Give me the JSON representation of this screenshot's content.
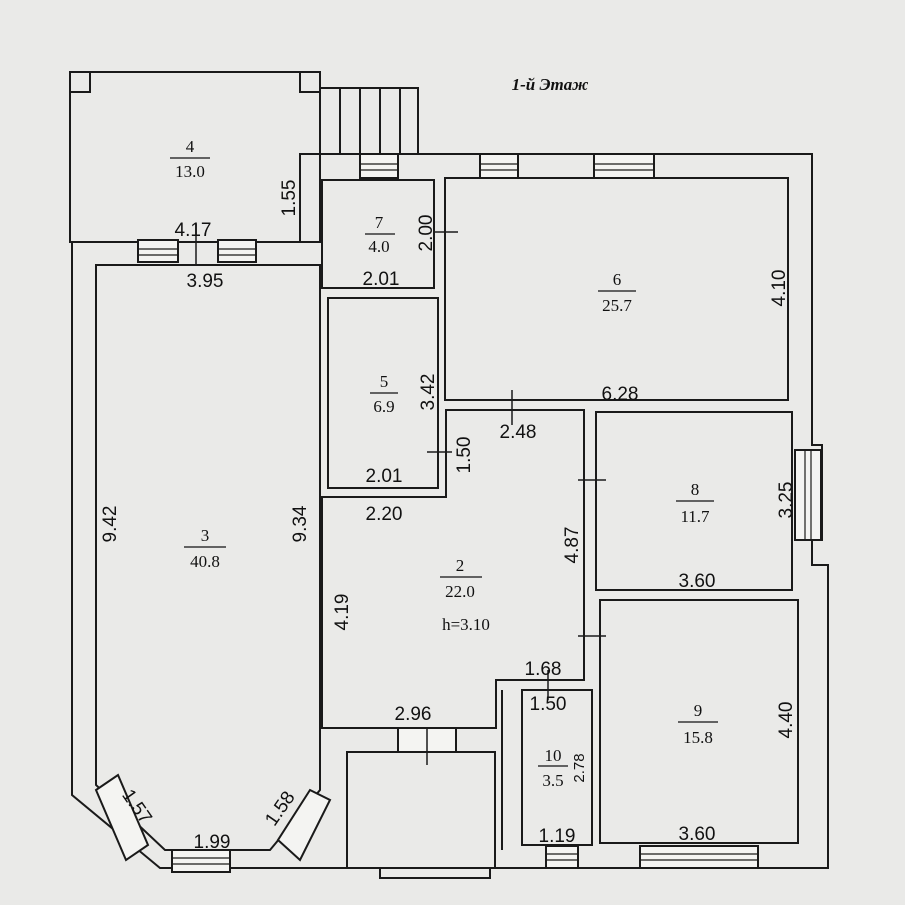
{
  "plan": {
    "title": "1-й Этаж",
    "rooms": [
      {
        "id": "4",
        "number": "4",
        "area": "13.0"
      },
      {
        "id": "7",
        "number": "7",
        "area": "4.0"
      },
      {
        "id": "6",
        "number": "6",
        "area": "25.7"
      },
      {
        "id": "5",
        "number": "5",
        "area": "6.9"
      },
      {
        "id": "3",
        "number": "3",
        "area": "40.8"
      },
      {
        "id": "2",
        "number": "2",
        "area": "22.0",
        "height": "h=3.10"
      },
      {
        "id": "8",
        "number": "8",
        "area": "11.7"
      },
      {
        "id": "9",
        "number": "9",
        "area": "15.8"
      },
      {
        "id": "10",
        "number": "10",
        "area": "3.5"
      }
    ],
    "dimensions": {
      "d417": "4.17",
      "d155": "1.55",
      "d395": "3.95",
      "d200": "2.00",
      "d201a": "2.01",
      "d410": "4.10",
      "d342": "3.42",
      "d628": "6.28",
      "d248": "2.48",
      "d150a": "1.50",
      "d201b": "2.01",
      "d220": "2.20",
      "d942": "9.42",
      "d934": "9.34",
      "d487": "4.87",
      "d325": "3.25",
      "d360a": "3.60",
      "d419": "4.19",
      "d168": "1.68",
      "d150b": "1.50",
      "d296": "2.96",
      "d440": "4.40",
      "d278": "2.78",
      "d157": "1.57",
      "d158": "1.58",
      "d199": "1.99",
      "d119": "1.19",
      "d360b": "3.60"
    }
  }
}
